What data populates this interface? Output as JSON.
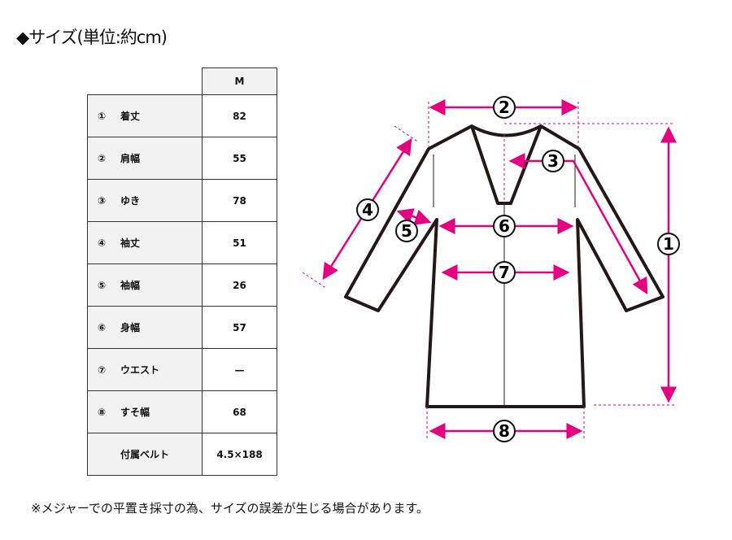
{
  "title": "◆サイズ(単位:約cm)",
  "table": {
    "header": "M",
    "rows": [
      {
        "num": "①",
        "label": "着丈",
        "value": "82"
      },
      {
        "num": "②",
        "label": "肩幅",
        "value": "55"
      },
      {
        "num": "③",
        "label": "ゆき",
        "value": "78"
      },
      {
        "num": "④",
        "label": "袖丈",
        "value": "51"
      },
      {
        "num": "⑤",
        "label": "袖幅",
        "value": "26"
      },
      {
        "num": "⑥",
        "label": "身幅",
        "value": "57"
      },
      {
        "num": "⑦",
        "label": "ウエスト",
        "value": "—"
      },
      {
        "num": "⑧",
        "label": "すそ幅",
        "value": "68"
      },
      {
        "num": "",
        "label": "付属ベルト",
        "value": "4.5×188"
      }
    ]
  },
  "diagram": {
    "labels": [
      "1",
      "2",
      "3",
      "4",
      "5",
      "6",
      "7",
      "8"
    ],
    "accent": "#e4007f"
  },
  "note": "※メジャーでの平置き採寸の為、サイズの誤差が生じる場合があります。"
}
